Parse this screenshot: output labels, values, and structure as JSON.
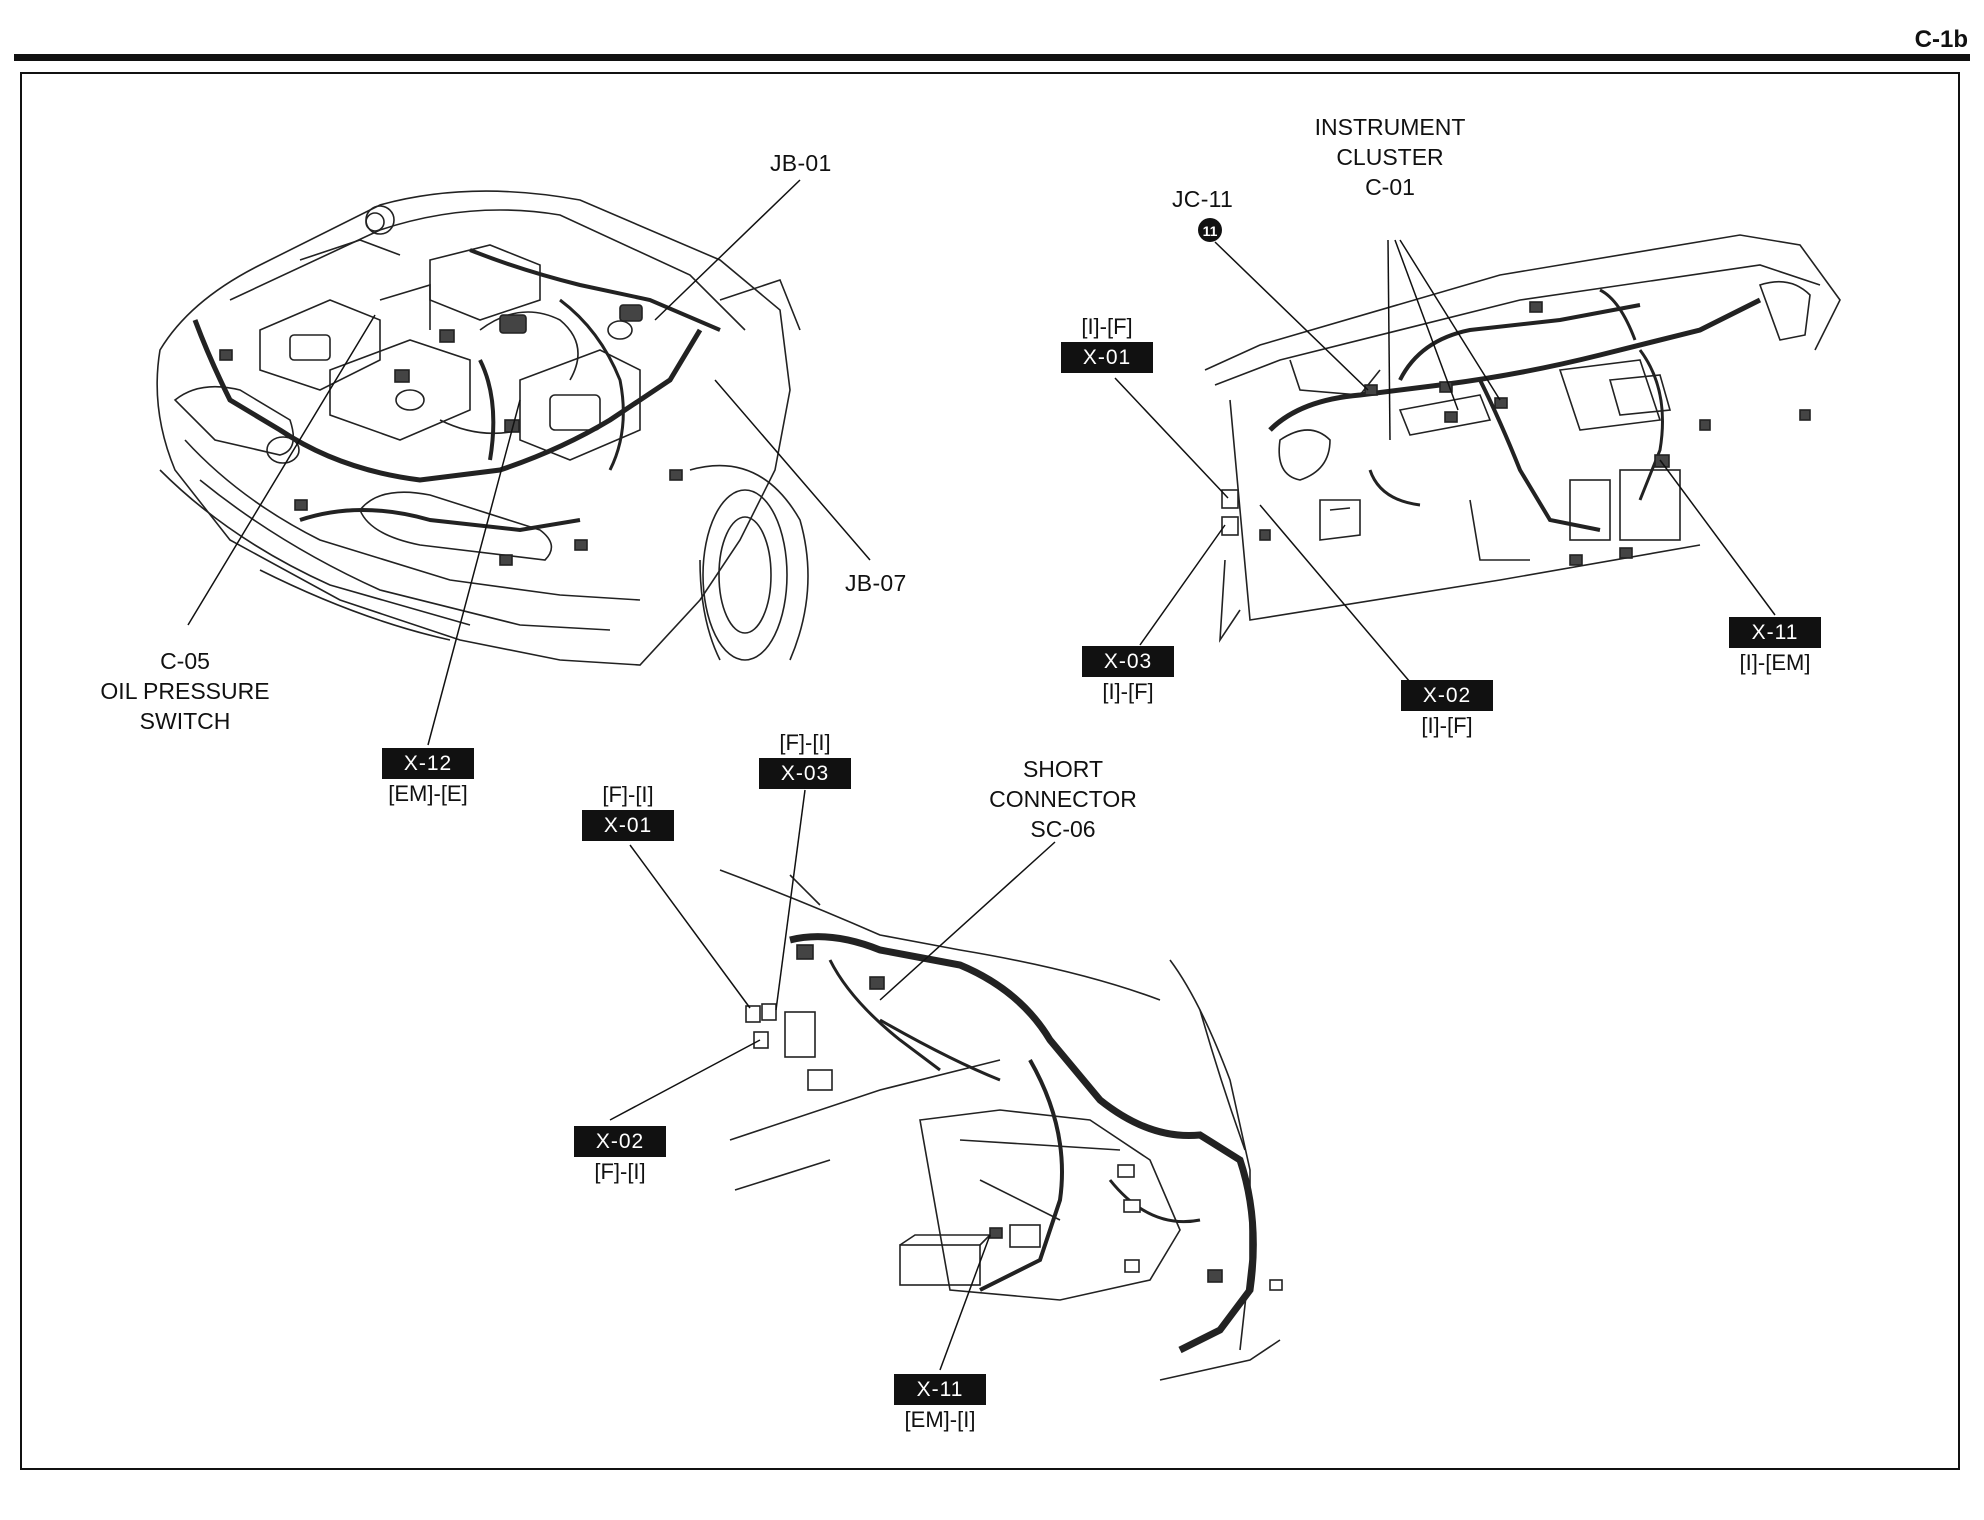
{
  "page": {
    "id": "C-1b"
  },
  "engine_view": {
    "jb01": "JB-01",
    "jb07": "JB-07",
    "c05": {
      "code": "C-05",
      "line1": "OIL PRESSURE",
      "line2": "SWITCH"
    },
    "x12": {
      "tag": "X-12",
      "sub": "[EM]-[E]"
    }
  },
  "dash_view": {
    "instrument": {
      "line1": "INSTRUMENT",
      "line2": "CLUSTER",
      "code": "C-01"
    },
    "jc11": {
      "code": "JC-11",
      "marker": "11"
    },
    "x01": {
      "tag": "X-01",
      "sub": "[I]-[F]"
    },
    "x03": {
      "tag": "X-03",
      "sub": "[I]-[F]"
    },
    "x02": {
      "tag": "X-02",
      "sub": "[I]-[F]"
    },
    "x11": {
      "tag": "X-11",
      "sub": "[I]-[EM]"
    }
  },
  "floor_view": {
    "x03": {
      "tag": "X-03",
      "sub": "[F]-[I]"
    },
    "x01": {
      "tag": "X-01",
      "sub": "[F]-[I]"
    },
    "short": {
      "line1": "SHORT",
      "line2": "CONNECTOR",
      "code": "SC-06"
    },
    "x02": {
      "tag": "X-02",
      "sub": "[F]-[I]"
    },
    "x11": {
      "tag": "X-11",
      "sub": "[EM]-[I]"
    }
  }
}
